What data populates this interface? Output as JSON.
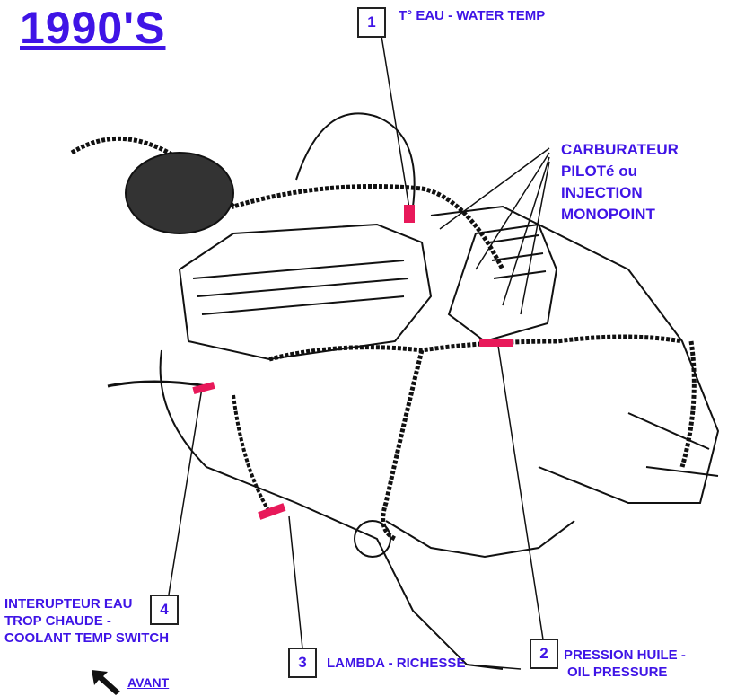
{
  "title": "1990'S",
  "callouts": [
    {
      "number": "1",
      "label": "T° EAU - WATER TEMP"
    },
    {
      "number": "2",
      "label_lines": [
        "PRESSION HUILE -",
        "OIL PRESSURE"
      ]
    },
    {
      "number": "3",
      "label": "LAMBDA - RICHESSE"
    },
    {
      "number": "4",
      "label_lines": [
        "INTERUPTEUR EAU",
        "TROP CHAUDE -",
        "COOLANT TEMP SWITCH"
      ]
    }
  ],
  "carb_label_lines": [
    "CARBURATEUR",
    "PILOTé ou",
    "INJECTION",
    "MONOPOINT"
  ],
  "direction": {
    "label": "AVANT",
    "icon": "arrow-up-left-icon"
  },
  "colors": {
    "label": "#3f14e6",
    "sensor": "#e8195a",
    "line": "#111111"
  }
}
